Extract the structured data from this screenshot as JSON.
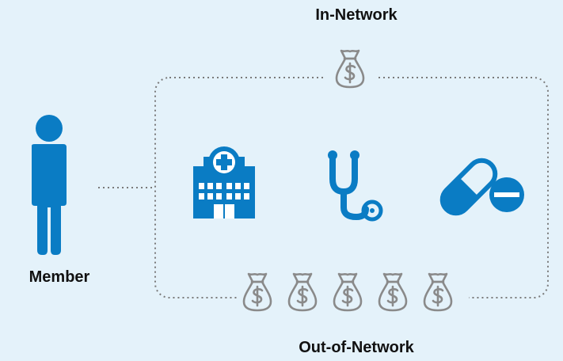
{
  "labels": {
    "in_network": "In-Network",
    "out_of_network": "Out-of-Network",
    "member": "Member"
  },
  "icons": {
    "member": "person-icon",
    "hospital": "hospital-icon",
    "doctor": "stethoscope-icon",
    "pharmacy": "pill-icon",
    "cost": "money-bag-icon"
  },
  "cost_levels": {
    "in_network_bag_count": 1,
    "out_of_network_bag_count": 5
  },
  "colors": {
    "background": "#e4f2fa",
    "icon_blue": "#0a7cc4",
    "money_bag_outline": "#8a8a8a",
    "connector": "#7a7a7a"
  }
}
